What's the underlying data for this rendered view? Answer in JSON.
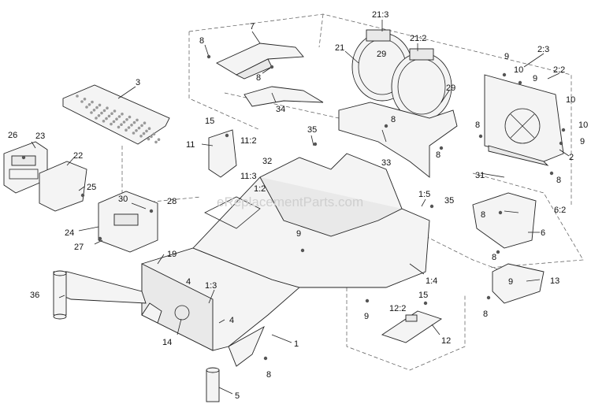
{
  "watermark": "eReplacementParts.com",
  "labels": [
    {
      "id": "l1",
      "text": "7"
    },
    {
      "id": "l2",
      "text": "8"
    },
    {
      "id": "l3",
      "text": "8"
    },
    {
      "id": "l4",
      "text": "3"
    },
    {
      "id": "l5",
      "text": "34"
    },
    {
      "id": "l6",
      "text": "21:3"
    },
    {
      "id": "l7",
      "text": "21"
    },
    {
      "id": "l8",
      "text": "29"
    },
    {
      "id": "l9",
      "text": "21:2"
    },
    {
      "id": "l10",
      "text": "2:3"
    },
    {
      "id": "l11",
      "text": "9"
    },
    {
      "id": "l12",
      "text": "10"
    },
    {
      "id": "l13",
      "text": "9"
    },
    {
      "id": "l14",
      "text": "2:2"
    },
    {
      "id": "l15",
      "text": "10"
    },
    {
      "id": "l16",
      "text": "29"
    },
    {
      "id": "l17",
      "text": "8"
    },
    {
      "id": "l18",
      "text": "8"
    },
    {
      "id": "l19",
      "text": "33"
    },
    {
      "id": "l20",
      "text": "8"
    },
    {
      "id": "l21",
      "text": "10"
    },
    {
      "id": "l22",
      "text": "9"
    },
    {
      "id": "l23",
      "text": "2"
    },
    {
      "id": "l24",
      "text": "8"
    },
    {
      "id": "l25",
      "text": "31"
    },
    {
      "id": "l26",
      "text": "26"
    },
    {
      "id": "l27",
      "text": "23"
    },
    {
      "id": "l28",
      "text": "15"
    },
    {
      "id": "l29",
      "text": "35"
    },
    {
      "id": "l30",
      "text": "11"
    },
    {
      "id": "l31",
      "text": "11:2"
    },
    {
      "id": "l32",
      "text": "11:3"
    },
    {
      "id": "l33",
      "text": "32"
    },
    {
      "id": "l34",
      "text": "22"
    },
    {
      "id": "l35",
      "text": "25"
    },
    {
      "id": "l36",
      "text": "1:2"
    },
    {
      "id": "l37",
      "text": "1:5"
    },
    {
      "id": "l38",
      "text": "35"
    },
    {
      "id": "l39",
      "text": "30"
    },
    {
      "id": "l40",
      "text": "28"
    },
    {
      "id": "l41",
      "text": "8"
    },
    {
      "id": "l42",
      "text": "6:2"
    },
    {
      "id": "l43",
      "text": "24"
    },
    {
      "id": "l44",
      "text": "9"
    },
    {
      "id": "l45",
      "text": "6"
    },
    {
      "id": "l46",
      "text": "27"
    },
    {
      "id": "l47",
      "text": "19"
    },
    {
      "id": "l48",
      "text": "8"
    },
    {
      "id": "l49",
      "text": "36"
    },
    {
      "id": "l50",
      "text": "4"
    },
    {
      "id": "l51",
      "text": "1:3"
    },
    {
      "id": "l52",
      "text": "1:4"
    },
    {
      "id": "l53",
      "text": "9"
    },
    {
      "id": "l54",
      "text": "13"
    },
    {
      "id": "l55",
      "text": "15"
    },
    {
      "id": "l56",
      "text": "12:2"
    },
    {
      "id": "l57",
      "text": "9"
    },
    {
      "id": "l58",
      "text": "8"
    },
    {
      "id": "l59",
      "text": "4"
    },
    {
      "id": "l60",
      "text": "12"
    },
    {
      "id": "l61",
      "text": "14"
    },
    {
      "id": "l62",
      "text": "1"
    },
    {
      "id": "l63",
      "text": "8"
    },
    {
      "id": "l64",
      "text": "5"
    }
  ]
}
